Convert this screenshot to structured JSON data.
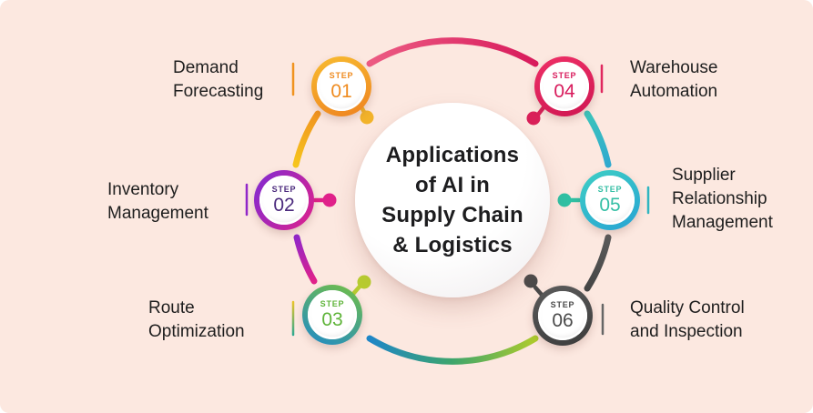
{
  "canvas": {
    "background_color": "#fce8e0"
  },
  "center_circle": {
    "title_lines": [
      "Applications",
      "of AI in",
      "Supply Chain",
      "& Logistics"
    ]
  },
  "steps": [
    {
      "step_label": "STEP",
      "number": "01",
      "title_lines": [
        "Demand",
        "Forecasting",
        ""
      ],
      "accent": "#ef8b1f",
      "ring_colors": [
        "#f8bc30",
        "#ee8220"
      ],
      "dot_color": "#f2b32a"
    },
    {
      "step_label": "STEP",
      "number": "02",
      "title_lines": [
        "Inventory",
        "Management",
        ""
      ],
      "accent": "#9127c9",
      "ring_colors": [
        "#7e2bd4",
        "#e0218a"
      ],
      "dot_color": "#e0218a"
    },
    {
      "step_label": "STEP",
      "number": "03",
      "title_lines": [
        "Route",
        "Optimization",
        ""
      ],
      "accent": "#5fb43a",
      "ring_colors": [
        "#74c043",
        "#1f8ac9"
      ],
      "dot_color": "#b8cc30"
    },
    {
      "step_label": "STEP",
      "number": "04",
      "title_lines": [
        "Warehouse",
        "Automation",
        ""
      ],
      "accent": "#d81b5c",
      "ring_colors": [
        "#ee2f66",
        "#cf1752"
      ],
      "dot_color": "#d92059"
    },
    {
      "step_label": "STEP",
      "number": "05",
      "title_lines": [
        "Supplier",
        "Relationship",
        "Management"
      ],
      "accent": "#35bfa5",
      "ring_colors": [
        "#3ecfc4",
        "#27a3d4"
      ],
      "dot_color": "#2fc1a4"
    },
    {
      "step_label": "STEP",
      "number": "06",
      "title_lines": [
        "Quality Control",
        "and Inspection",
        ""
      ],
      "accent": "#4a4a4a",
      "ring_colors": [
        "#5c5c5c",
        "#3b3b3b"
      ],
      "dot_color": "#4a4a4a"
    }
  ],
  "arc_colors": {
    "top_01_to_04": [
      "#ec5b83",
      "#d81b5c"
    ],
    "upper_left_02_to_01": [
      "#f6c51d",
      "#f0931f"
    ],
    "lower_left_02_to_03": [
      "#9127c9",
      "#e0218a"
    ],
    "bottom_03_to_06": [
      "#1f86c7",
      "#3da56c",
      "#aecb2c"
    ],
    "upper_right_04_to_05": [
      "#3bc4bb",
      "#2fa9cf"
    ],
    "lower_right_05_to_06": [
      "#5a5a5a",
      "#454545"
    ]
  }
}
